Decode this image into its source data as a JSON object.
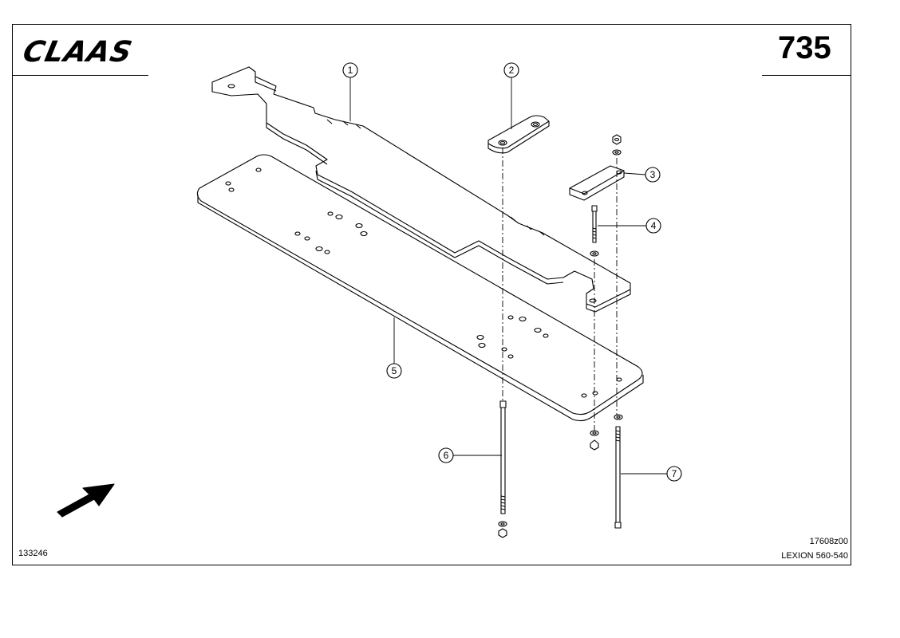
{
  "header": {
    "brand": "CLAAS",
    "page_number": "735"
  },
  "footer": {
    "doc_id": "133246",
    "drawing_code": "17608z00",
    "model": "LEXION 560-540"
  },
  "callouts": [
    {
      "label": "1"
    },
    {
      "label": "2"
    },
    {
      "label": "3"
    },
    {
      "label": "4"
    },
    {
      "label": "5"
    },
    {
      "label": "6"
    },
    {
      "label": "7"
    }
  ],
  "icons": {
    "direction_arrow": "direction-arrow-icon",
    "logo": "claas-logo"
  }
}
